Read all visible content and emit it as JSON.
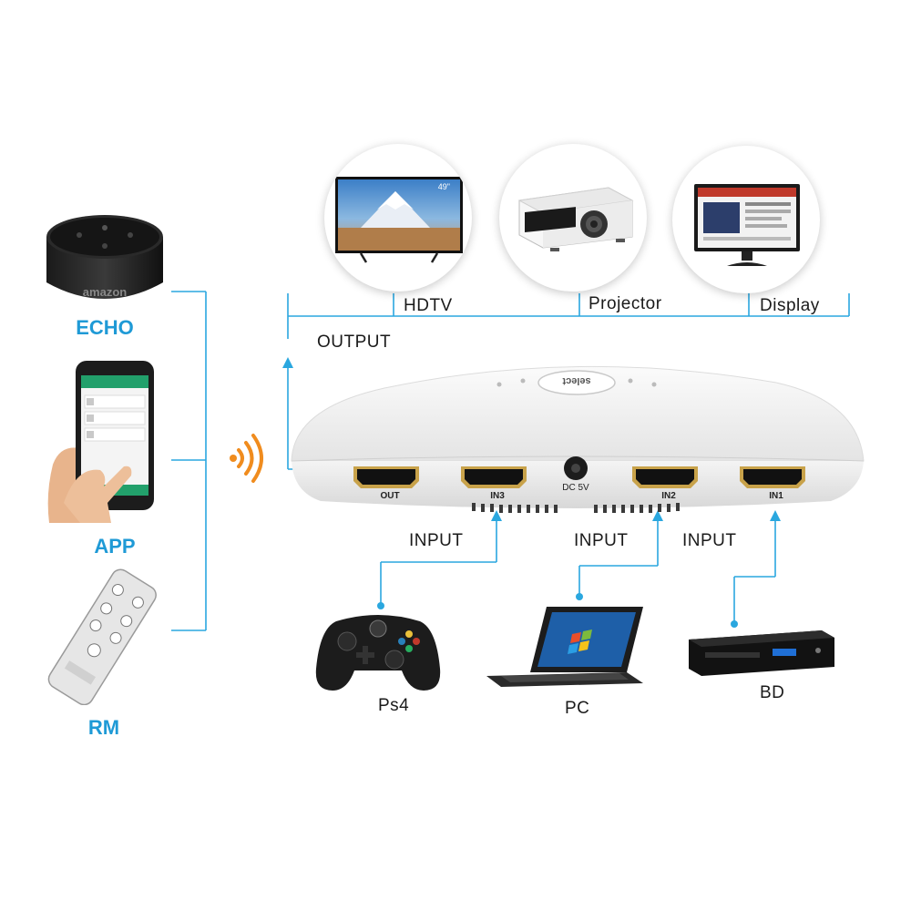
{
  "controls": {
    "echo_label": "ECHO",
    "echo_brand": "amazon",
    "app_label": "APP",
    "rm_label": "RM"
  },
  "outputs": {
    "heading": "OUTPUT",
    "devices": [
      "HDTV",
      "Projector",
      "Display"
    ],
    "tv_badge": "49\""
  },
  "switch": {
    "select_label": "select",
    "ports": [
      "OUT",
      "IN3",
      "IN2",
      "IN1"
    ],
    "dc_label": "DC 5V"
  },
  "inputs": {
    "heading": "INPUT",
    "devices": [
      "Ps4",
      "PC",
      "BD"
    ]
  },
  "colors": {
    "line": "#2aa7df",
    "label_blue": "#1f9ad6",
    "signal": "#f08c1e"
  },
  "icons": [
    "echo-speaker-icon",
    "smartphone-app-icon",
    "remote-control-icon",
    "wifi-signal-icon",
    "tv-icon",
    "projector-icon",
    "monitor-icon",
    "hdmi-switch-icon",
    "gamepad-icon",
    "laptop-icon",
    "bluray-player-icon"
  ]
}
